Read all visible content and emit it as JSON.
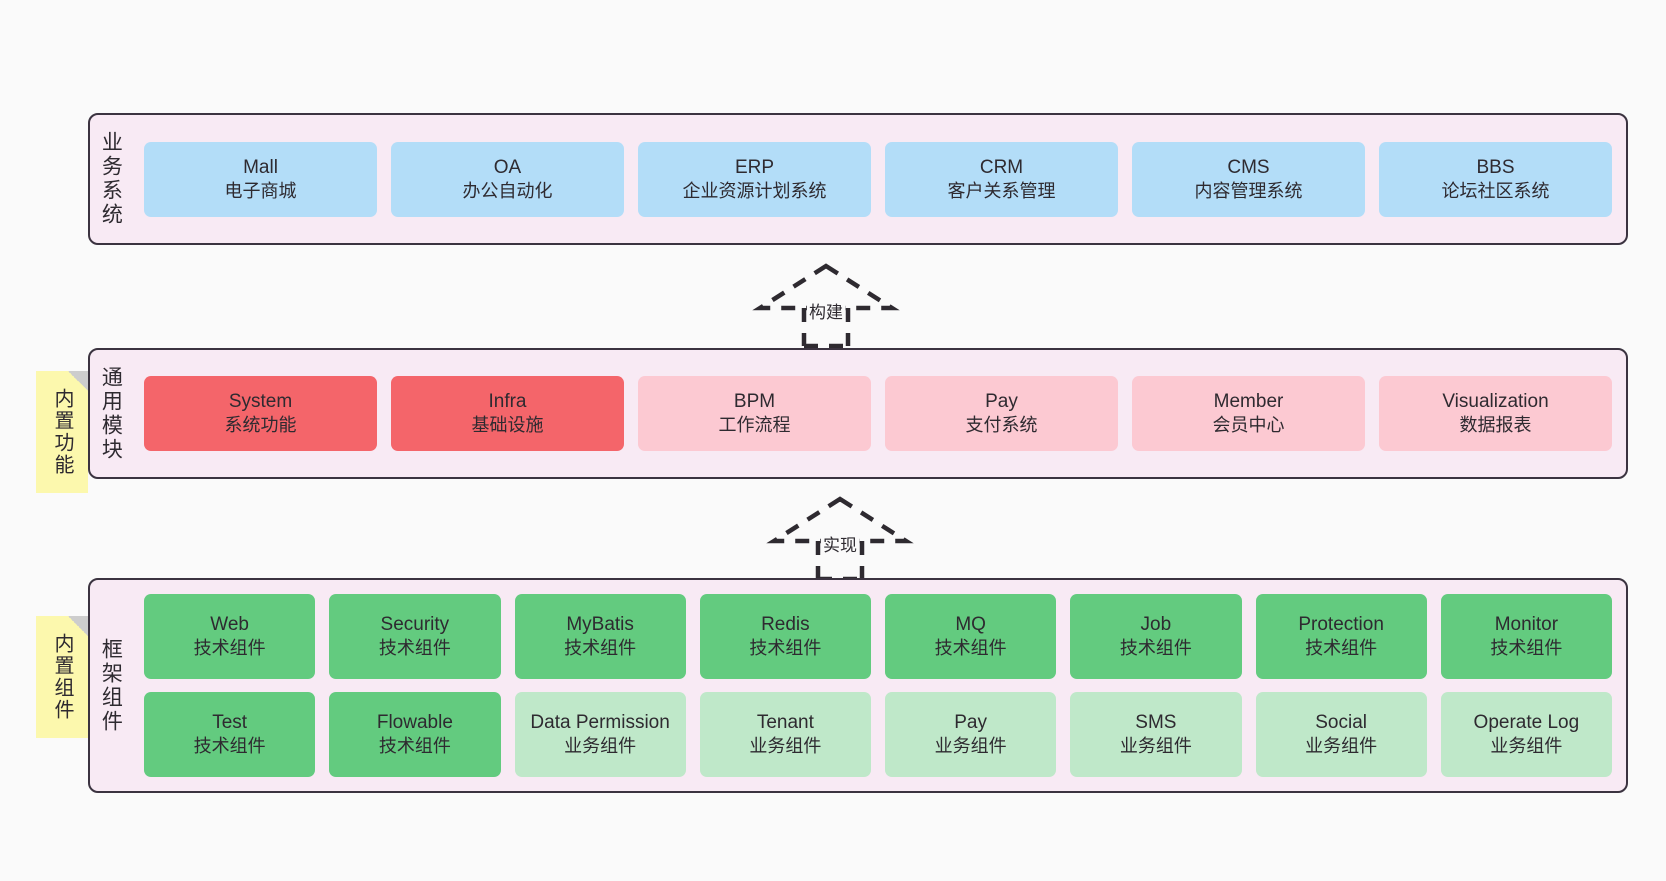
{
  "layers": [
    {
      "id": "business-system",
      "title": "业务系统",
      "style": "blue",
      "nodes": [
        {
          "name": "Mall",
          "sub": "电子商城"
        },
        {
          "name": "OA",
          "sub": "办公自动化"
        },
        {
          "name": "ERP",
          "sub": "企业资源计划系统"
        },
        {
          "name": "CRM",
          "sub": "客户关系管理"
        },
        {
          "name": "CMS",
          "sub": "内容管理系统"
        },
        {
          "name": "BBS",
          "sub": "论坛社区系统"
        }
      ]
    },
    {
      "id": "common-module",
      "title": "通用模块",
      "nodes": [
        {
          "name": "System",
          "sub": "系统功能",
          "style": "redstrong"
        },
        {
          "name": "Infra",
          "sub": "基础设施",
          "style": "redstrong"
        },
        {
          "name": "BPM",
          "sub": "工作流程",
          "style": "redsoft"
        },
        {
          "name": "Pay",
          "sub": "支付系统",
          "style": "redsoft"
        },
        {
          "name": "Member",
          "sub": "会员中心",
          "style": "redsoft"
        },
        {
          "name": "Visualization",
          "sub": "数据报表",
          "style": "redsoft"
        }
      ]
    },
    {
      "id": "framework-component",
      "title": "框架组件",
      "nodes": [
        {
          "name": "Web",
          "sub": "技术组件",
          "style": "green"
        },
        {
          "name": "Security",
          "sub": "技术组件",
          "style": "green"
        },
        {
          "name": "MyBatis",
          "sub": "技术组件",
          "style": "green"
        },
        {
          "name": "Redis",
          "sub": "技术组件",
          "style": "green"
        },
        {
          "name": "MQ",
          "sub": "技术组件",
          "style": "green"
        },
        {
          "name": "Job",
          "sub": "技术组件",
          "style": "green"
        },
        {
          "name": "Protection",
          "sub": "技术组件",
          "style": "green"
        },
        {
          "name": "Monitor",
          "sub": "技术组件",
          "style": "green"
        },
        {
          "name": "Test",
          "sub": "技术组件",
          "style": "green"
        },
        {
          "name": "Flowable",
          "sub": "技术组件",
          "style": "green"
        },
        {
          "name": "Data Permission",
          "sub": "业务组件",
          "style": "greensoft"
        },
        {
          "name": "Tenant",
          "sub": "业务组件",
          "style": "greensoft"
        },
        {
          "name": "Pay",
          "sub": "业务组件",
          "style": "greensoft"
        },
        {
          "name": "SMS",
          "sub": "业务组件",
          "style": "greensoft"
        },
        {
          "name": "Social",
          "sub": "业务组件",
          "style": "greensoft"
        },
        {
          "name": "Operate Log",
          "sub": "业务组件",
          "style": "greensoft"
        }
      ]
    }
  ],
  "arrows": [
    {
      "id": "build",
      "label": "构建"
    },
    {
      "id": "implement",
      "label": "实现"
    }
  ],
  "notes": [
    {
      "id": "builtin-function",
      "text": "内置功能"
    },
    {
      "id": "builtin-component",
      "text": "内置组件"
    }
  ],
  "colors": {
    "canvas": "#fafafa",
    "layer_fill": "#f8eaf4",
    "layer_border": "#3b3340",
    "blue": "#b3ddf8",
    "red_strong": "#f4656a",
    "red_soft": "#fcc9d2",
    "green": "#63cb7f",
    "green_soft": "#bfe8c9",
    "note": "#fcf8ad",
    "text": "#2e2a30"
  }
}
